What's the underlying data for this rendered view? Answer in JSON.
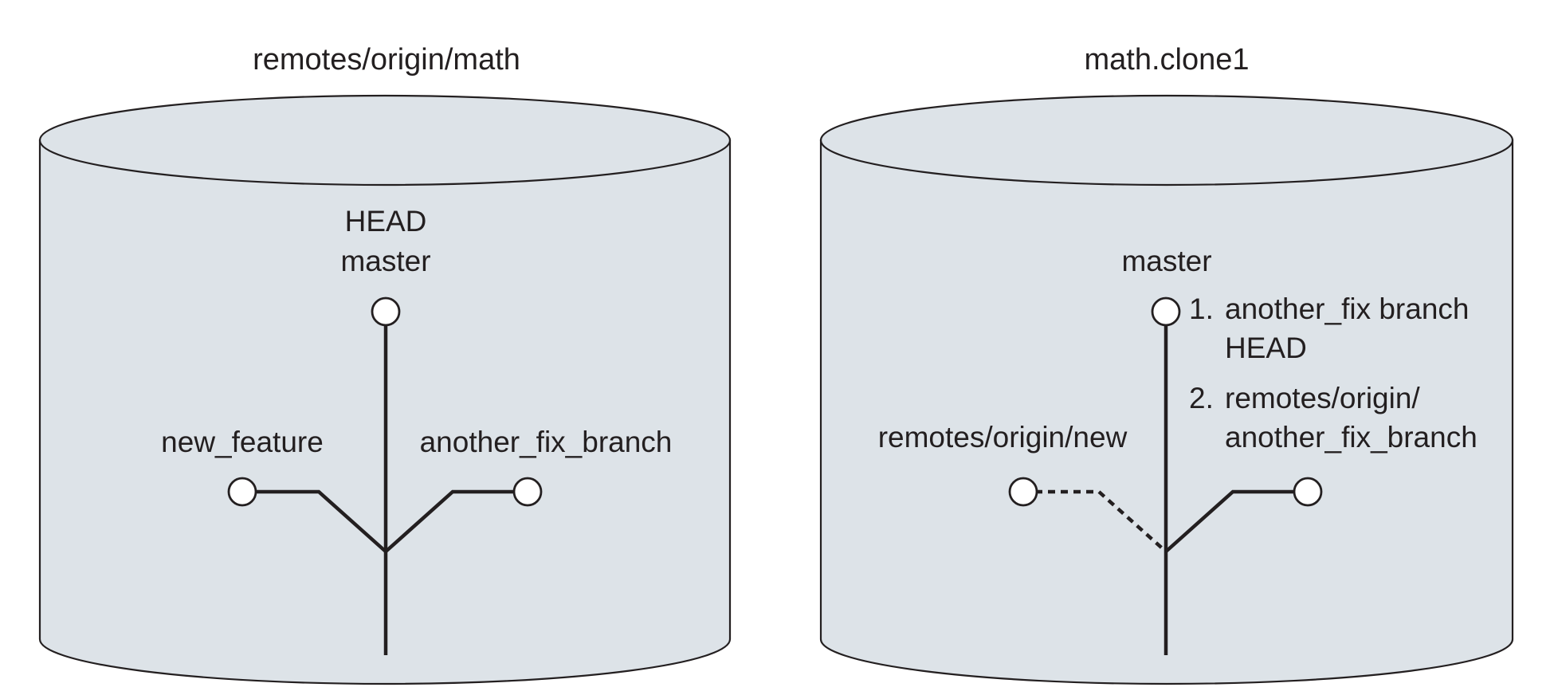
{
  "left_repo": {
    "title": "remotes/origin/math",
    "labels": {
      "head": "HEAD",
      "master": "master",
      "new_feature": "new_feature",
      "another_fix_branch": "another_fix_branch"
    }
  },
  "right_repo": {
    "title": "math.clone1",
    "labels": {
      "master": "master",
      "remote_new": "remotes/origin/new"
    },
    "notes": [
      {
        "number": "1.",
        "lines": [
          "another_fix branch",
          "HEAD"
        ]
      },
      {
        "number": "2.",
        "lines": [
          "remotes/origin/",
          "another_fix_branch"
        ]
      }
    ]
  },
  "colors": {
    "cylinder_fill": "#dde3e8",
    "stroke": "#231f20",
    "commit_fill": "#ffffff"
  }
}
